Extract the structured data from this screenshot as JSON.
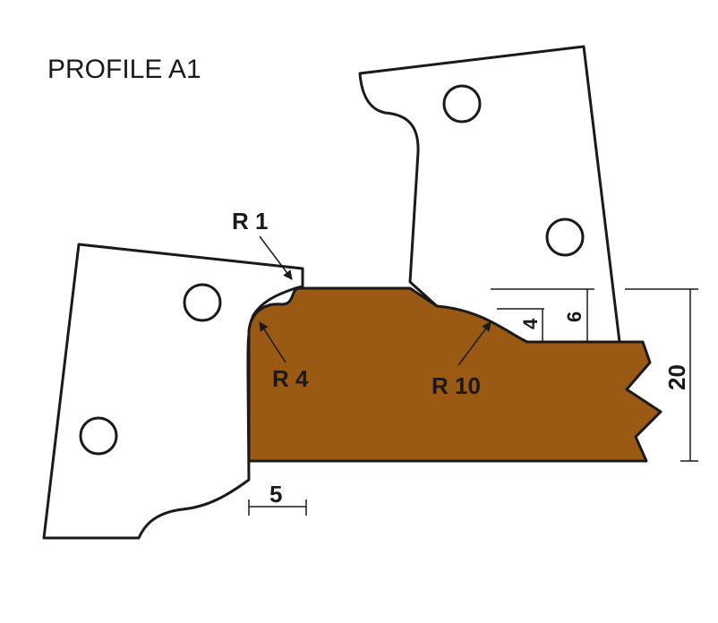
{
  "title": "PROFILE A1",
  "colors": {
    "workpiece": "#9a5a13",
    "outline": "#1a1a1a",
    "blade": "#ffffff"
  },
  "labels": {
    "r1": "R 1",
    "r4": "R 4",
    "r10": "R 10",
    "dim_5": "5",
    "dim_4": "4",
    "dim_6": "6",
    "dim_20": "20"
  }
}
